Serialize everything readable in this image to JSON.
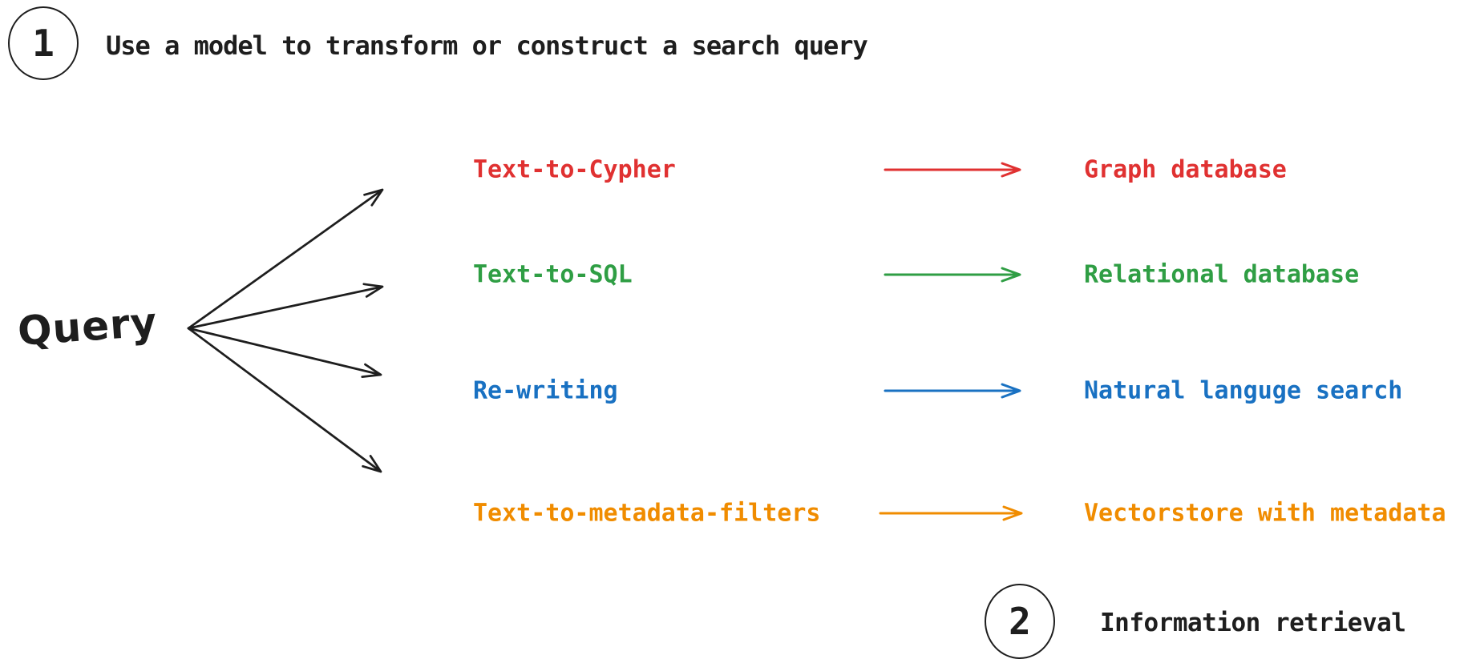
{
  "palette": {
    "ink": "#1e1e1e",
    "red": "#e03131",
    "green": "#2f9e44",
    "blue": "#1971c2",
    "orange": "#f08c00"
  },
  "steps": [
    {
      "number": "1",
      "label": "Use a model to transform or construct a search query"
    },
    {
      "number": "2",
      "label": "Information retrieval"
    }
  ],
  "query": {
    "label": "Query"
  },
  "routes": [
    {
      "method": "Text-to-Cypher",
      "destination": "Graph database",
      "color": "#e03131"
    },
    {
      "method": "Text-to-SQL",
      "destination": "Relational database",
      "color": "#2f9e44"
    },
    {
      "method": "Re-writing",
      "destination": "Natural languge search",
      "color": "#1971c2"
    },
    {
      "method": "Text-to-metadata-filters",
      "destination": "Vectorstore with metadata",
      "color": "#f08c00"
    }
  ]
}
